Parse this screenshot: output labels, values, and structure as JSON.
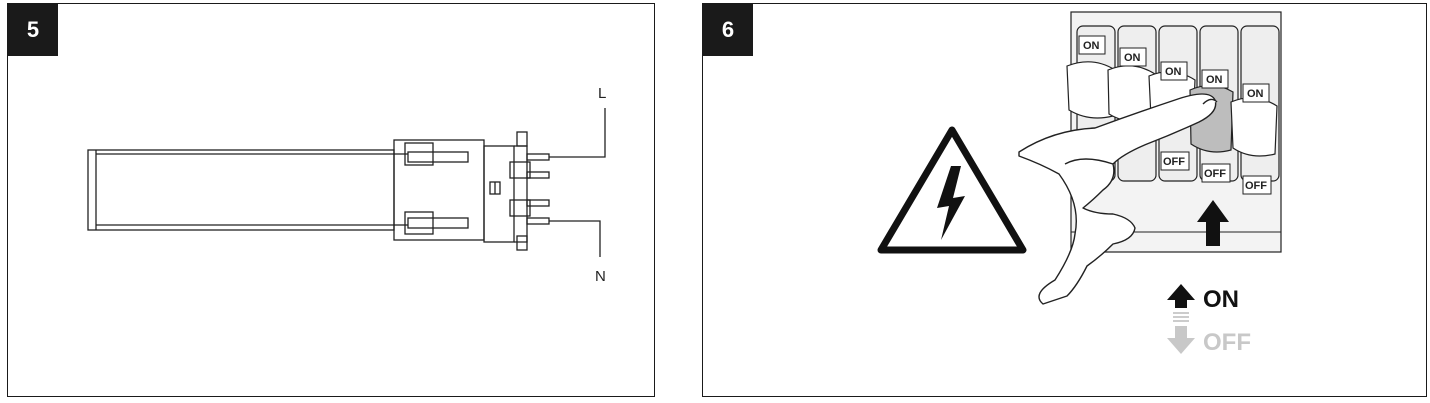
{
  "panels": [
    {
      "number": "5",
      "labels": {
        "live": "L",
        "neutral": "N"
      }
    },
    {
      "number": "6",
      "switch_labels": {
        "on": "ON",
        "off": "OFF"
      },
      "legend": {
        "on": "ON",
        "off": "OFF"
      }
    }
  ],
  "colors": {
    "line": "#222222",
    "badge": "#1a1a1a",
    "off_grey": "#c8c8c8",
    "breaker_fill": "#eeeeee"
  },
  "icons": [
    "lamp-base-icon",
    "lightning-warning-icon",
    "hand-icon",
    "up-arrow-icon",
    "down-arrow-icon"
  ]
}
